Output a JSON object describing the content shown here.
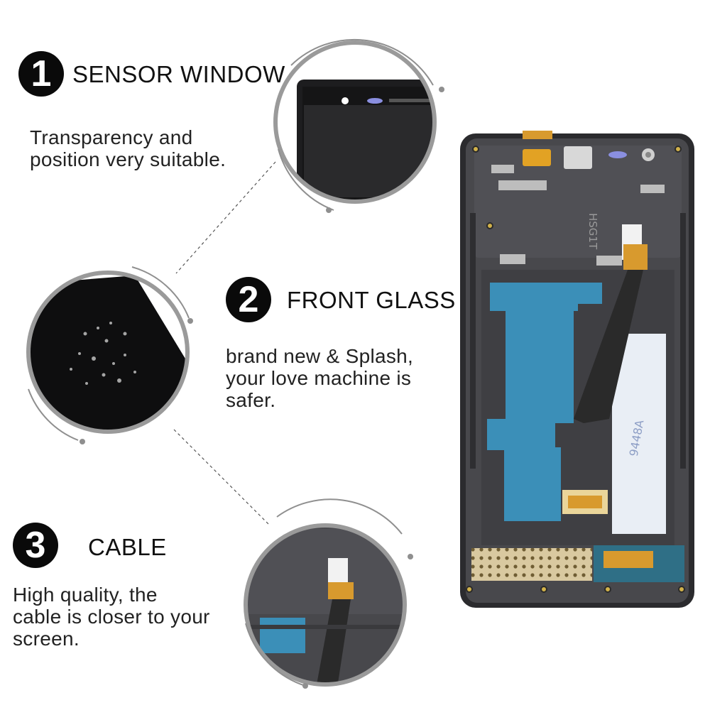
{
  "features": [
    {
      "number": "1",
      "title": "SENSOR WINDOW",
      "description": "Transparency and\nposition very suitable."
    },
    {
      "number": "2",
      "title": "FRONT GLASS",
      "description": "brand  new & Splash,\nyour love machine is\nsafer."
    },
    {
      "number": "3",
      "title": "CABLE",
      "description": "High quality, the\ncable is closer to your\nscreen."
    }
  ],
  "product_marking": "HSG1T",
  "tape_label_text": "9448A",
  "colors": {
    "frame": "#48484c",
    "frame_edge": "#2b2b2e",
    "blue_tape": "#3b8fb8",
    "flex_cable": "#2a2a2a",
    "gold_contacts": "#d89a2e",
    "badge": "#0a0a0a",
    "ring": "#9a9a9a"
  }
}
